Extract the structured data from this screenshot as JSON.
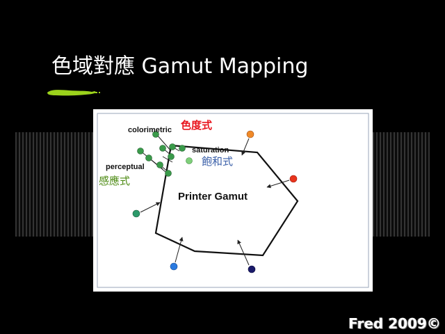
{
  "slide": {
    "title": "色域對應 Gamut Mapping",
    "footer": "Fred 2009©"
  },
  "diagram": {
    "gamut_label": "Printer Gamut",
    "labels": {
      "colorimetric_en": "colorimetric",
      "colorimetric_zh": "色度式",
      "saturation_en": "saturation",
      "saturation_zh": "飽和式",
      "perceptual_en": "perceptual",
      "perceptual_zh": "感應式"
    },
    "colors": {
      "colorimetric_zh": "#e8141c",
      "saturation_zh": "#3a5fa8",
      "perceptual_zh": "#4c8a12",
      "green_points": "#3a9a4a",
      "light_green_point": "#7fcf7a",
      "orange_point": "#f08a28",
      "red_point": "#e8341c",
      "teal_point": "#2c9a6a",
      "blue_point": "#2a7ae0",
      "navy_point": "#1a1a6a",
      "brush_green": "#9bd21c"
    }
  }
}
